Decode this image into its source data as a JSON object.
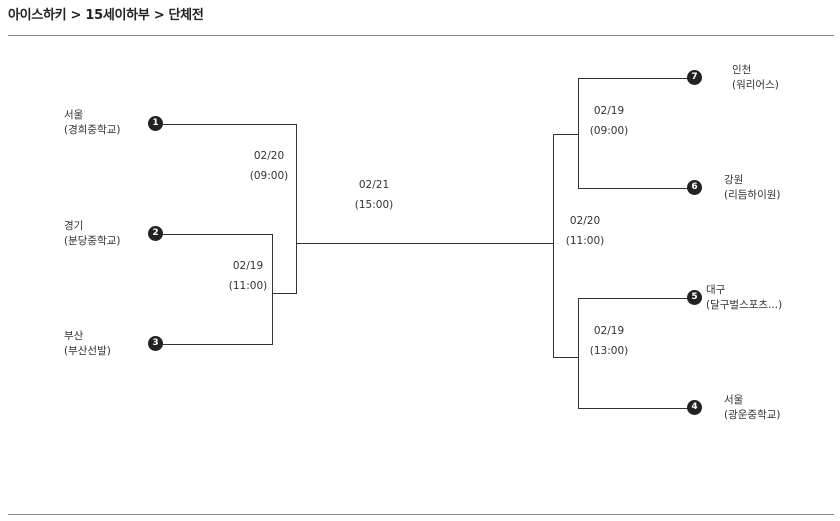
{
  "breadcrumb": "아이스하키 > 15세이하부 > 단체전",
  "teams": [
    {
      "seed": "1",
      "region": "서울",
      "school": "(경희중학교)"
    },
    {
      "seed": "2",
      "region": "경기",
      "school": "(분당중학교)"
    },
    {
      "seed": "3",
      "region": "부산",
      "school": "(부산선발)"
    },
    {
      "seed": "7",
      "region": "인천",
      "school": "(워리어스)"
    },
    {
      "seed": "6",
      "region": "강원",
      "school": "(리듬하이원)"
    },
    {
      "seed": "5",
      "region": "대구",
      "school": "(달구벌스포츠...)"
    },
    {
      "seed": "4",
      "region": "서울",
      "school": "(광운중학교)"
    }
  ],
  "matches": [
    {
      "date": "02/19",
      "time": "(11:00)"
    },
    {
      "date": "02/20",
      "time": "(09:00)"
    },
    {
      "date": "02/21",
      "time": "(15:00)"
    },
    {
      "date": "02/19",
      "time": "(09:00)"
    },
    {
      "date": "02/20",
      "time": "(11:00)"
    },
    {
      "date": "02/19",
      "time": "(13:00)"
    }
  ]
}
